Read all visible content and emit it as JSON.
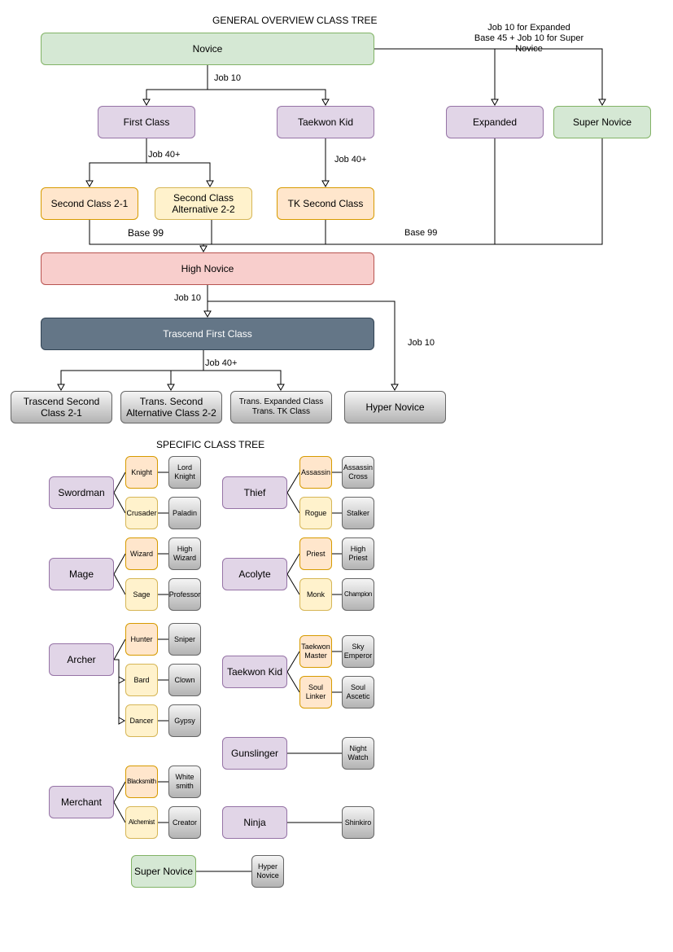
{
  "general": {
    "title": "GENERAL OVERVIEW CLASS TREE",
    "note_line1": "Job 10 for Expanded",
    "note_line2": "Base 45 + Job 10 for Super Novice",
    "labels": {
      "job10_a": "Job 10",
      "job40_a": "Job 40+",
      "job40_b": "Job 40+",
      "base99_a": "Base 99",
      "base99_b": "Base 99",
      "job10_b": "Job 10",
      "job10_c": "Job 10",
      "job40_c": "Job 40+"
    },
    "nodes": {
      "novice": "Novice",
      "first_class": "First Class",
      "taekwon_kid": "Taekwon Kid",
      "expanded": "Expanded",
      "super_novice": "Super Novice",
      "second_2_1": "Second Class 2-1",
      "second_alt_l1": "Second Class",
      "second_alt_l2": "Alternative 2-2",
      "tk_second": "TK Second Class",
      "high_novice": "High Novice",
      "trans_first": "Trascend First Class",
      "trans_second_l1": "Trascend Second",
      "trans_second_l2": "Class 2-1",
      "trans_alt_l1": "Trans. Second",
      "trans_alt_l2": "Alternative Class 2-2",
      "trans_exp_l1": "Trans. Expanded Class",
      "trans_exp_l2": "Trans. TK Class",
      "hyper_novice": "Hyper Novice"
    }
  },
  "specific": {
    "title": "SPECIFIC CLASS TREE",
    "swordman": "Swordman",
    "knight": "Knight",
    "lord_knight_l1": "Lord",
    "lord_knight_l2": "Knight",
    "crusader": "Crusader",
    "paladin": "Paladin",
    "mage": "Mage",
    "wizard": "Wizard",
    "high_wizard_l1": "High",
    "high_wizard_l2": "Wizard",
    "sage": "Sage",
    "professor": "Professor",
    "archer": "Archer",
    "hunter": "Hunter",
    "sniper": "Sniper",
    "bard": "Bard",
    "clown": "Clown",
    "dancer": "Dancer",
    "gypsy": "Gypsy",
    "merchant": "Merchant",
    "blacksmith": "Blacksmith",
    "whitesmith_l1": "White",
    "whitesmith_l2": "smith",
    "alchemist": "Alchemist",
    "creator": "Creator",
    "super_novice": "Super Novice",
    "hyper_novice_l1": "Hyper",
    "hyper_novice_l2": "Novice",
    "thief": "Thief",
    "assassin": "Assassin",
    "assassin_cross_l1": "Assassin",
    "assassin_cross_l2": "Cross",
    "rogue": "Rogue",
    "stalker": "Stalker",
    "acolyte": "Acolyte",
    "priest": "Priest",
    "high_priest_l1": "High",
    "high_priest_l2": "Priest",
    "monk": "Monk",
    "champion": "Champion",
    "taekwon_kid": "Taekwon Kid",
    "taekwon_master_l1": "Taekwon",
    "taekwon_master_l2": "Master",
    "sky_emperor_l1": "Sky",
    "sky_emperor_l2": "Emperor",
    "soul_linker_l1": "Soul",
    "soul_linker_l2": "Linker",
    "soul_ascetic_l1": "Soul",
    "soul_ascetic_l2": "Ascetic",
    "gunslinger": "Gunslinger",
    "night_watch_l1": "Night",
    "night_watch_l2": "Watch",
    "ninja": "Ninja",
    "shinkiro": "Shinkiro"
  }
}
